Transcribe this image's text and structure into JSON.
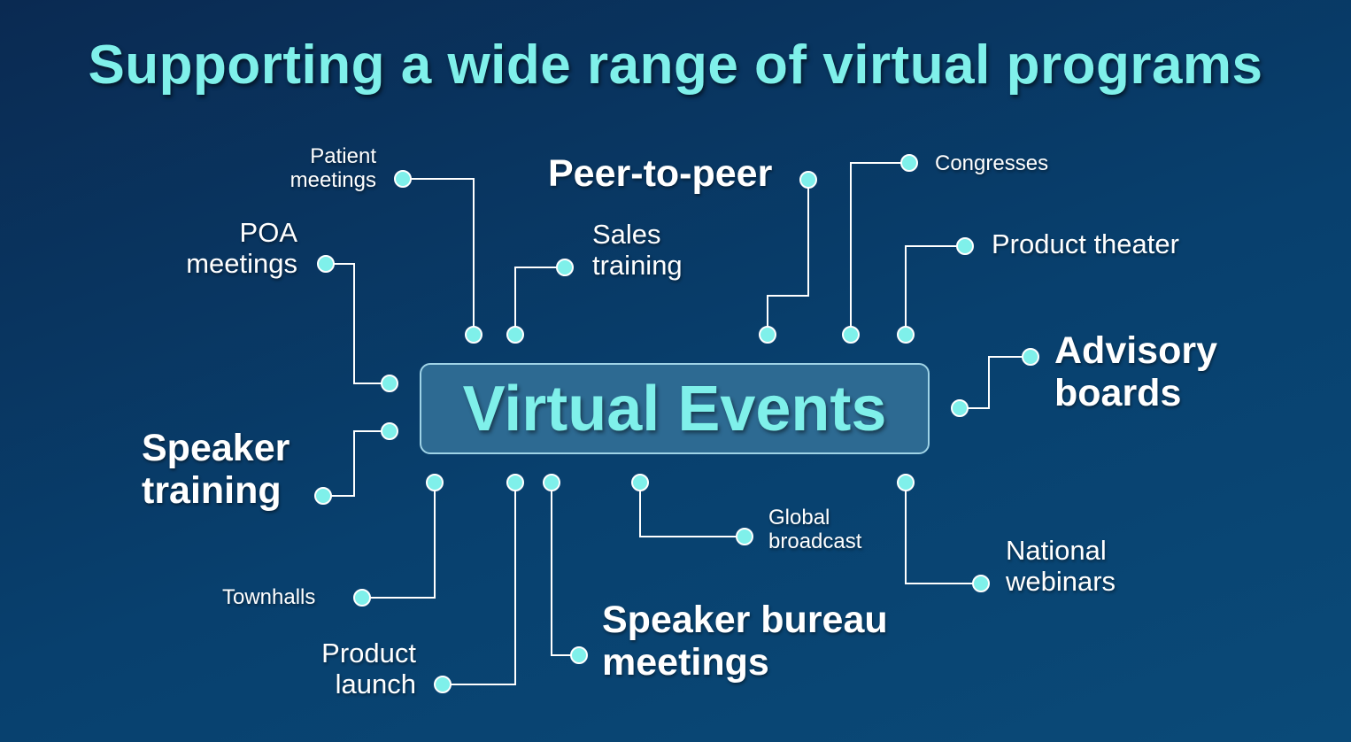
{
  "title": "Supporting a wide range of virtual programs",
  "center": "Virtual Events",
  "programs": {
    "patient_meetings": "Patient\nmeetings",
    "poa_meetings": "POA\nmeetings",
    "sales_training": "Sales\ntraining",
    "peer_to_peer": "Peer-to-peer",
    "congresses": "Congresses",
    "product_theater": "Product theater",
    "advisory_boards": "Advisory\nboards",
    "speaker_training": "Speaker\ntraining",
    "townhalls": "Townhalls",
    "product_launch": "Product\nlaunch",
    "speaker_bureau": "Speaker bureau\nmeetings",
    "global_broadcast": "Global\nbroadcast",
    "national_webinars": "National\nwebinars"
  },
  "colors": {
    "title": "#7ff0ea",
    "connector": "#ffffff",
    "node_fill": "#7ff0ea",
    "center_box": "#2d6a92"
  }
}
